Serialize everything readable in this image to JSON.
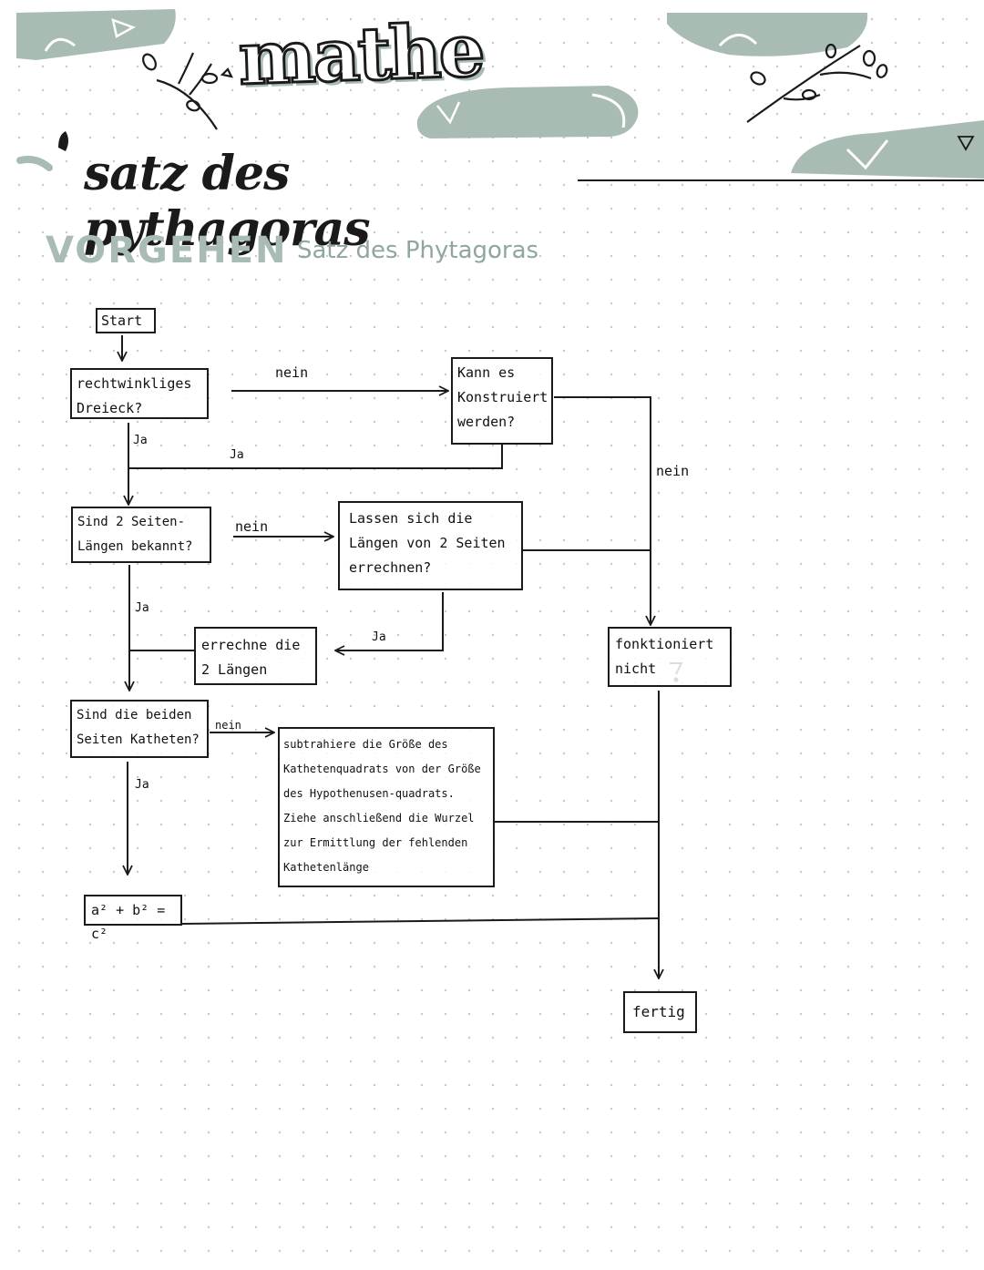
{
  "header": {
    "title": "mathe",
    "subject": "satz des pythagoras",
    "section_heading": "VORGEHEN",
    "section_subtitle": "Satz des Phytagoras"
  },
  "flowchart": {
    "nodes": {
      "start": "Start",
      "right_triangle": "rechtwinkliges Dreieck?",
      "constructable": "Kann es Konstruiert werden?",
      "two_sides_known": "Sind 2 Seiten-Längen bekannt?",
      "sides_computable": "Lassen sich die Längen von 2 Seiten errechnen?",
      "compute_lengths": "errechne die 2 Längen",
      "not_working": "fonktioniert nicht",
      "sides_are_legs": "Sind die beiden Seiten Katheten?",
      "subtract_instruction": "subtrahiere die Größe des Kathetenquadrats von der Größe des Hypothenusen-quadrats. Ziehe anschließend die Wurzel zur Ermittlung der fehlenden Kathetenlänge",
      "formula": "a² + b² = c²",
      "done": "fertig"
    },
    "edge_labels": {
      "right_triangle_no": "nein",
      "right_triangle_yes": "Ja",
      "constructable_yes": "Ja",
      "constructable_no": "nein",
      "two_sides_no": "nein",
      "two_sides_yes": "Ja",
      "computable_yes": "Ja",
      "legs_no": "nein",
      "legs_yes": "Ja"
    }
  },
  "colors": {
    "accent_sage": "#a9bcb4",
    "ink": "#1a1a1a",
    "paper": "#ffffff",
    "grid_dot": "#c9c9c9"
  }
}
